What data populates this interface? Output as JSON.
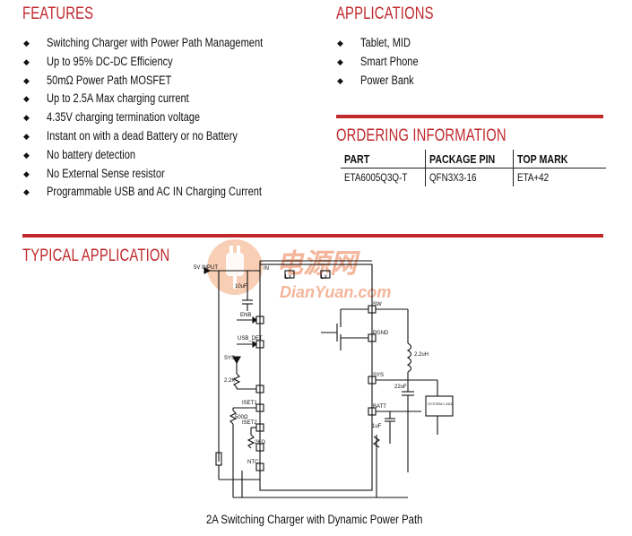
{
  "features": {
    "heading": "FEATURES",
    "items": [
      "Switching Charger with Power Path Management",
      "Up to 95% DC-DC Efficiency",
      "50mΩ Power Path MOSFET",
      "Up to 2.5A Max charging current",
      "4.35V charging termination voltage",
      "Instant on with a dead Battery or no Battery",
      "No battery detection",
      "No External Sense resistor",
      "Programmable USB and AC IN Charging Current"
    ]
  },
  "applications": {
    "heading": "APPLICATIONS",
    "items": [
      "Tablet, MID",
      "Smart Phone",
      "Power Bank"
    ]
  },
  "ordering": {
    "heading": "ORDERING INFORMATION",
    "columns": [
      "PART",
      "PACKAGE PIN",
      "TOP MARK"
    ],
    "row": [
      "ETA6005Q3Q-T",
      "QFN3X3-16",
      "ETA+42"
    ]
  },
  "typical": {
    "heading": "TYPICAL APPLICATION",
    "caption": "2A Switching Charger with Dynamic Power Path"
  },
  "schematic": {
    "input_label": "5V INPUT",
    "pins": [
      "IN",
      "LX",
      "LX",
      "SW",
      "PGND",
      "SYS",
      "BATT",
      "ENB",
      "USB_DET",
      "ISET1",
      "ISET2",
      "NTC"
    ],
    "components": [
      "10uF",
      "SYS",
      "2.2K",
      "500Ω",
      "2KΩ",
      "2.2uH",
      "22uF",
      "SYSTEM LOAD",
      "1uF"
    ],
    "bullet_symbol": "◆"
  },
  "watermark": {
    "cn": "电源网",
    "en": "DianYuan.com"
  },
  "colors": {
    "accent": "#c0282c",
    "watermark": "#f4b090"
  }
}
